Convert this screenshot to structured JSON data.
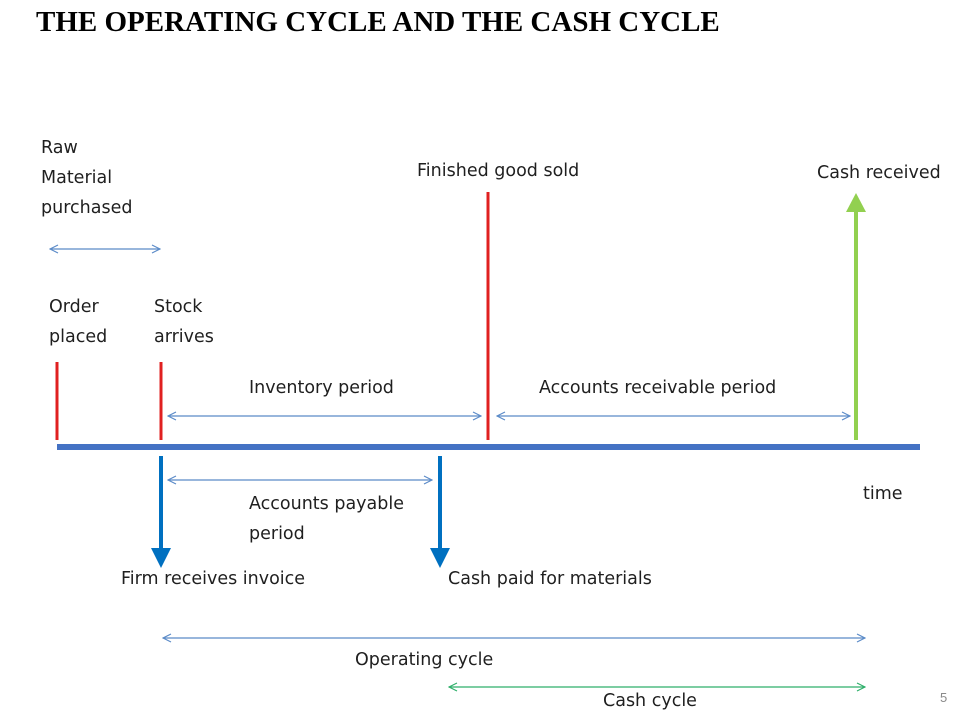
{
  "title": "THE OPERATING CYCLE AND THE CASH CYCLE",
  "labels": {
    "raw_material": "Raw\nMaterial\npurchased",
    "order_placed": "Order\nplaced",
    "stock_arrives": "Stock\narrives",
    "finished_good_sold": "Finished good sold",
    "cash_received": "Cash received",
    "inventory_period": "Inventory period",
    "ar_period": "Accounts receivable period",
    "ap_period": "Accounts payable\nperiod",
    "time": "time",
    "firm_receives_invoice": "Firm receives invoice",
    "cash_paid": "Cash paid for materials",
    "operating_cycle": "Operating cycle",
    "cash_cycle": "Cash cycle"
  },
  "page_number": "5",
  "colors": {
    "timeline": "#4472C4",
    "event_marker": "#E02020",
    "down_arrow": "#0070C0",
    "cash_received_arrow": "#92D050",
    "period_arrow": "#5B8BC8",
    "cash_cycle_arrow": "#2EAF6A"
  }
}
